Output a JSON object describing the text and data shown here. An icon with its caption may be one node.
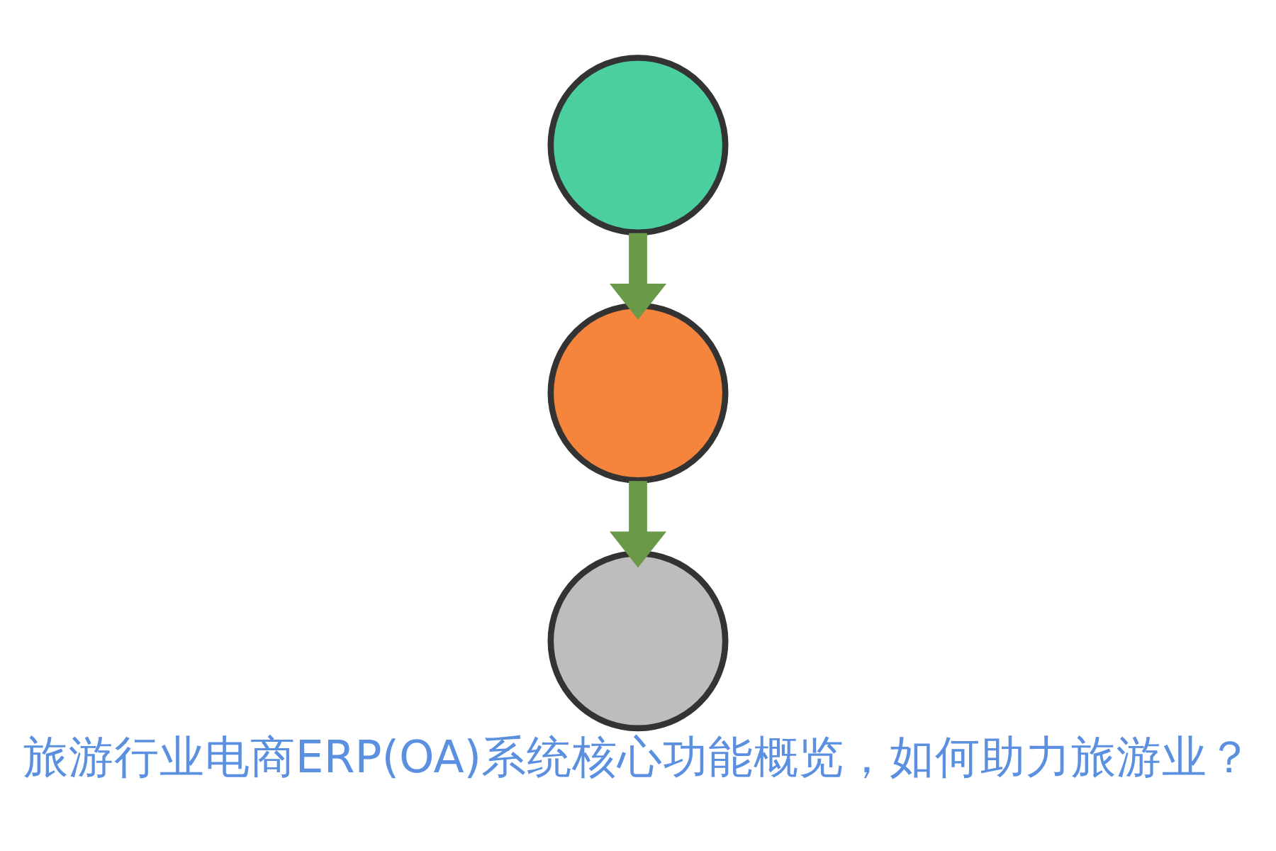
{
  "diagram": {
    "title": "旅游行业电商ERP(OA)系统核心功能概览，如何助力旅游业？",
    "nodes": [
      {
        "text": [],
        "shape": "circle"
      },
      {
        "text": [],
        "shape": "circle"
      },
      {
        "text": [],
        "shape": "circle"
      }
    ],
    "edges": [
      {
        "from": 0,
        "to": 1,
        "arrow": "to"
      },
      {
        "from": 1,
        "to": 2,
        "arrow": "to"
      }
    ]
  }
}
